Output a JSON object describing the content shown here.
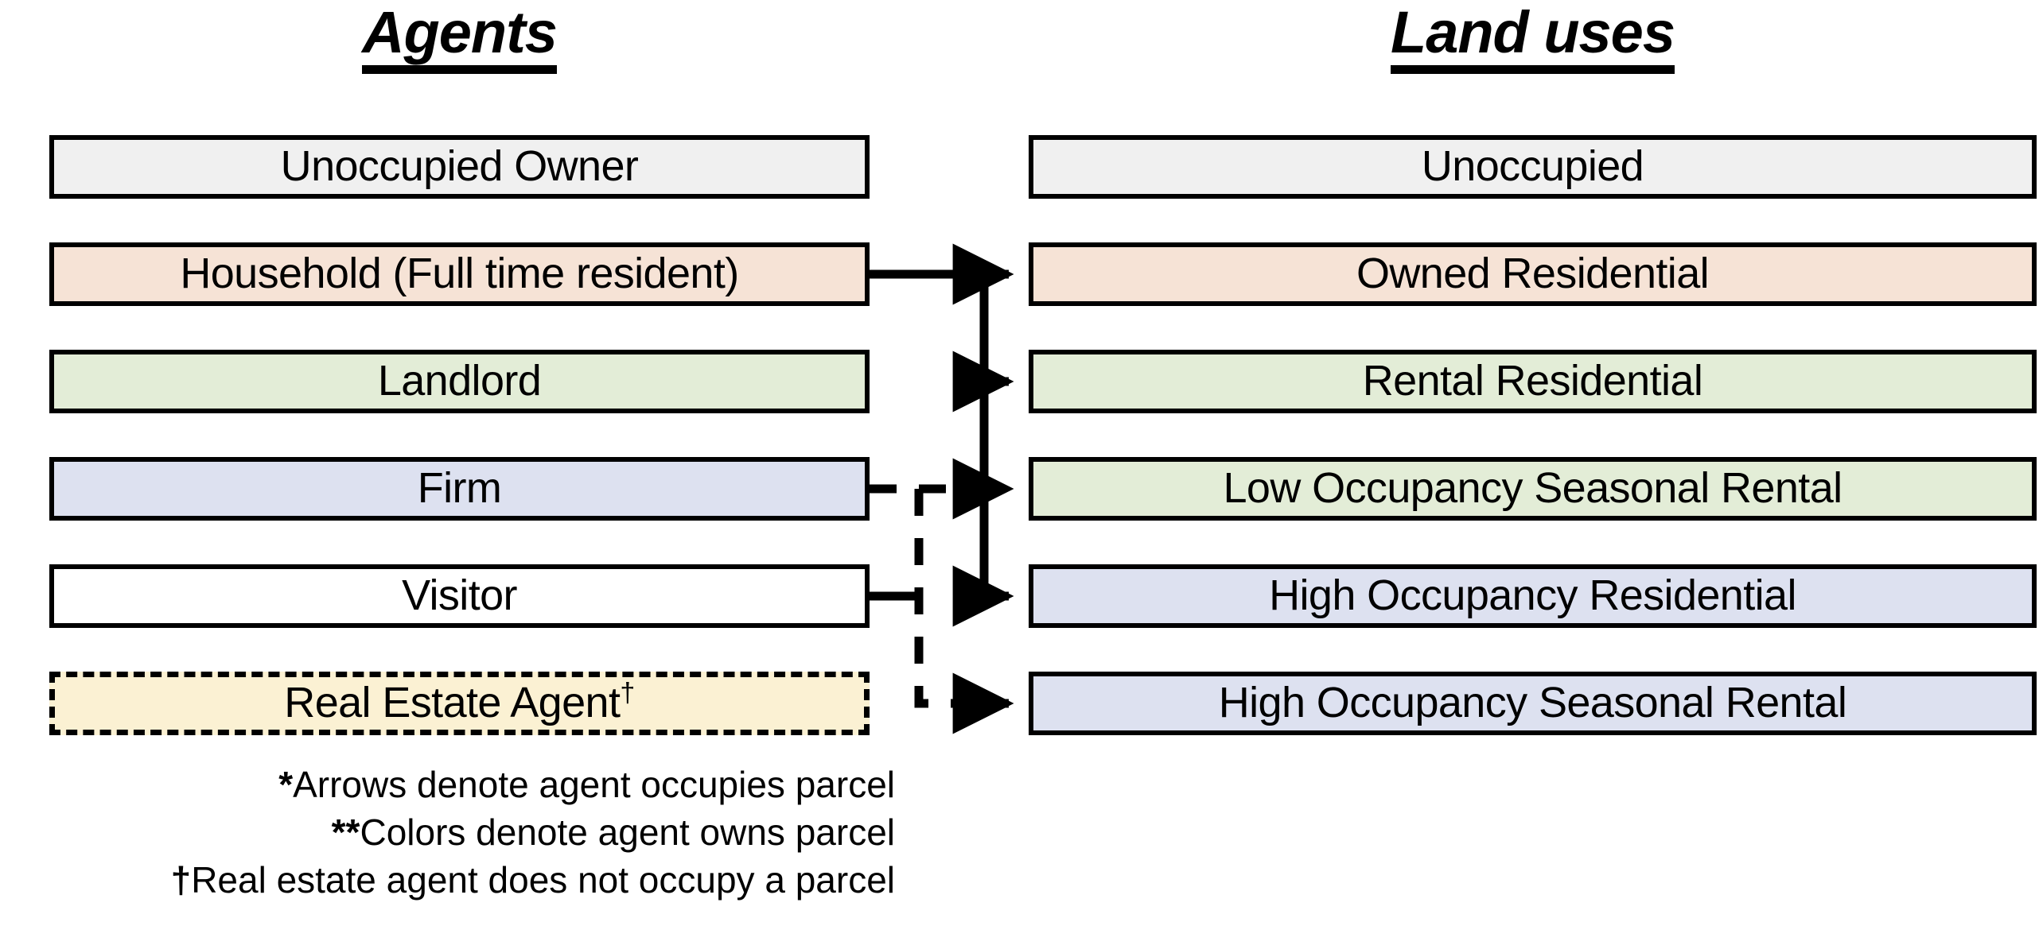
{
  "headings": {
    "agents": "Agents",
    "land_uses": "Land uses"
  },
  "agents": [
    {
      "label": "Unoccupied Owner",
      "color": "#f0f0f0",
      "border": "solid"
    },
    {
      "label": "Household (Full time resident)",
      "color": "#f6e3d6",
      "border": "solid"
    },
    {
      "label": "Landlord",
      "color": "#e3edd7",
      "border": "solid"
    },
    {
      "label": "Firm",
      "color": "#dde1f0",
      "border": "solid"
    },
    {
      "label": "Visitor",
      "color": "#ffffff",
      "border": "solid"
    },
    {
      "label": "Real Estate Agent",
      "label_sup": "†",
      "color": "#fbf1d3",
      "border": "dashed"
    }
  ],
  "land_uses": [
    {
      "label": "Unoccupied",
      "color": "#f0f0f0"
    },
    {
      "label": "Owned Residential",
      "color": "#f6e3d6"
    },
    {
      "label": "Rental Residential",
      "color": "#e3edd7"
    },
    {
      "label": "Low Occupancy Seasonal Rental",
      "color": "#e3edd7"
    },
    {
      "label": "High Occupancy Residential",
      "color": "#dde1f0"
    },
    {
      "label": "High Occupancy Seasonal Rental",
      "color": "#dde1f0"
    }
  ],
  "connections": [
    {
      "from": "Household (Full time resident)",
      "to": "Owned Residential",
      "style": "solid"
    },
    {
      "from": "Household (Full time resident)",
      "to": "Rental Residential",
      "style": "solid"
    },
    {
      "from": "Household (Full time resident)",
      "to": "High Occupancy Residential",
      "style": "solid"
    },
    {
      "from": "Firm",
      "to": "Low Occupancy Seasonal Rental",
      "style": "dashed"
    },
    {
      "from": "Firm",
      "to": "High Occupancy Seasonal Rental",
      "style": "dashed"
    },
    {
      "from": "Visitor",
      "to": "Low Occupancy Seasonal Rental",
      "style": "dashed"
    },
    {
      "from": "Visitor",
      "to": "High Occupancy Seasonal Rental",
      "style": "dashed"
    }
  ],
  "notes": [
    {
      "marker": "*",
      "text": "Arrows denote agent occupies parcel"
    },
    {
      "marker": "**",
      "text": "Colors denote agent owns parcel"
    },
    {
      "marker": "†",
      "text": "Real estate agent does not occupy a parcel"
    }
  ],
  "colors": {
    "grey": "#f0f0f0",
    "peach": "#f6e3d6",
    "green": "#e3edd7",
    "blue": "#dde1f0",
    "white": "#ffffff",
    "cream": "#fbf1d3",
    "stroke": "#000000",
    "background": "#ffffff"
  }
}
